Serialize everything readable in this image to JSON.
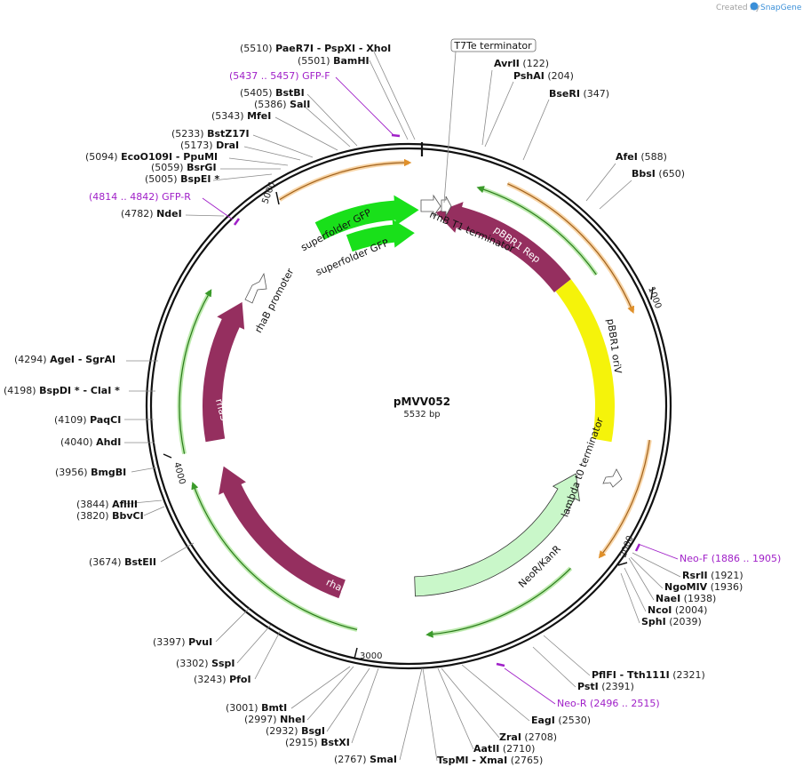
{
  "header": {
    "created_by": "Created by",
    "brand": "SnapGene",
    "brand_color": "#3a8fd8"
  },
  "map": {
    "name": "pMVV052",
    "length_label": "5532 bp",
    "total_bp": 5532,
    "ticks": [
      {
        "bp": 1000,
        "label": "1000"
      },
      {
        "bp": 2000,
        "label": "2000"
      },
      {
        "bp": 3000,
        "label": "3000"
      },
      {
        "bp": 4000,
        "label": "4000"
      },
      {
        "bp": 5000,
        "label": "5000"
      }
    ]
  },
  "features": [
    {
      "name": "superfolder GFP",
      "color": "#19e01a",
      "text_color": "#111111",
      "dir": "fwd",
      "shape": "arrow"
    },
    {
      "name": "superfolder GFP",
      "color": "#19e01a",
      "text_color": "#111111",
      "dir": "fwd",
      "shape": "arrow"
    },
    {
      "name": "pBBR1 Rep",
      "color": "#952f5f",
      "text_color": "#ffffff",
      "dir": "rev",
      "shape": "arrow"
    },
    {
      "name": "pBBR1 oriV",
      "color": "#f5f30a",
      "text_color": "#111111",
      "dir": "none",
      "shape": "box"
    },
    {
      "name": "NeoR/KanR",
      "color": "#c9f7c9",
      "text_color": "#111111",
      "dir": "rev",
      "shape": "arrow"
    },
    {
      "name": "rhaR",
      "color": "#952f5f",
      "text_color": "#ffffff",
      "dir": "fwd",
      "shape": "arrow"
    },
    {
      "name": "rhaS",
      "color": "#952f5f",
      "text_color": "#ffffff",
      "dir": "fwd",
      "shape": "arrow"
    },
    {
      "name": "rhaB promoter",
      "color": "#ffffff",
      "text_color": "#111111",
      "dir": "fwd",
      "shape": "small-arrow"
    },
    {
      "name": "lambda t0 terminator",
      "color": "#ffffff",
      "text_color": "#111111",
      "dir": "rev",
      "shape": "small-arrow"
    },
    {
      "name": "rrnB T1 terminator",
      "color": "#ffffff",
      "text_color": "#111111",
      "dir": "fwd",
      "shape": "small-arrow"
    },
    {
      "name": "T7Te terminator",
      "color": "#ffffff",
      "text_color": "#111111",
      "dir": "fwd",
      "shape": "boxed-label"
    }
  ],
  "sites": [
    {
      "pos": "(5510)",
      "name": "PaeR7I",
      "extra": [
        "- PspXI",
        "- XhoI"
      ]
    },
    {
      "pos": "(5501)",
      "name": "BamHI"
    },
    {
      "pos": "(5405)",
      "name": "BstBI"
    },
    {
      "pos": "(5386)",
      "name": "SalI"
    },
    {
      "pos": "(5343)",
      "name": "MfeI"
    },
    {
      "pos": "(5233)",
      "name": "BstZ17I"
    },
    {
      "pos": "(5173)",
      "name": "DraI"
    },
    {
      "pos": "(5094)",
      "name": "EcoO109I",
      "extra": [
        "- PpuMI"
      ]
    },
    {
      "pos": "(5059)",
      "name": "BsrGI"
    },
    {
      "pos": "(5005)",
      "name": "BspEI *"
    },
    {
      "pos": "(4782)",
      "name": "NdeI"
    },
    {
      "pos": "(4294)",
      "name": "AgeI",
      "extra": [
        "- SgrAI"
      ]
    },
    {
      "pos": "(4198)",
      "name": "BspDI *",
      "extra": [
        "- ClaI *"
      ]
    },
    {
      "pos": "(4109)",
      "name": "PaqCI"
    },
    {
      "pos": "(4040)",
      "name": "AhdI"
    },
    {
      "pos": "(3956)",
      "name": "BmgBI"
    },
    {
      "pos": "(3844)",
      "name": "AflIII"
    },
    {
      "pos": "(3820)",
      "name": "BbvCI"
    },
    {
      "pos": "(3674)",
      "name": "BstEII"
    },
    {
      "pos": "(3397)",
      "name": "PvuI"
    },
    {
      "pos": "(3302)",
      "name": "SspI"
    },
    {
      "pos": "(3243)",
      "name": "PfoI"
    },
    {
      "pos": "(3001)",
      "name": "BmtI"
    },
    {
      "pos": "(2997)",
      "name": "NheI"
    },
    {
      "pos": "(2932)",
      "name": "BsgI"
    },
    {
      "pos": "(2915)",
      "name": "BstXI"
    },
    {
      "pos": "(2767)",
      "name": "SmaI"
    },
    {
      "name": "AvrII",
      "pos": "(122)"
    },
    {
      "name": "PshAI",
      "pos": "(204)"
    },
    {
      "name": "BseRI",
      "pos": "(347)"
    },
    {
      "name": "AfeI",
      "pos": "(588)"
    },
    {
      "name": "BbsI",
      "pos": "(650)"
    },
    {
      "name": "RsrII",
      "pos": "(1921)"
    },
    {
      "name": "NgoMIV",
      "pos": "(1936)"
    },
    {
      "name": "NaeI",
      "pos": "(1938)"
    },
    {
      "name": "NcoI",
      "pos": "(2004)"
    },
    {
      "name": "SphI",
      "pos": "(2039)"
    },
    {
      "name": "PflFI",
      "extra": [
        "- Tth111I"
      ],
      "pos": "(2321)"
    },
    {
      "name": "PstI",
      "pos": "(2391)"
    },
    {
      "name": "EagI",
      "pos": "(2530)"
    },
    {
      "name": "ZraI",
      "pos": "(2708)"
    },
    {
      "name": "AatII",
      "pos": "(2710)"
    },
    {
      "name": "TspMI",
      "extra": [
        "- XmaI"
      ],
      "pos": "(2765)"
    }
  ],
  "primers": [
    {
      "range": "(5437 .. 5457)",
      "name": "GFP-F"
    },
    {
      "range": "(4814 .. 4842)",
      "name": "GFP-R"
    },
    {
      "name": "Neo-F",
      "range": "(1886 .. 1905)"
    },
    {
      "name": "Neo-R",
      "range": "(2496 .. 2515)"
    }
  ],
  "colors": {
    "backbone": "#111111",
    "leader": "#8a8a8a",
    "primer": "#a020c8",
    "orange_track": "#f0a23c",
    "green_track": "#6bd14a"
  }
}
